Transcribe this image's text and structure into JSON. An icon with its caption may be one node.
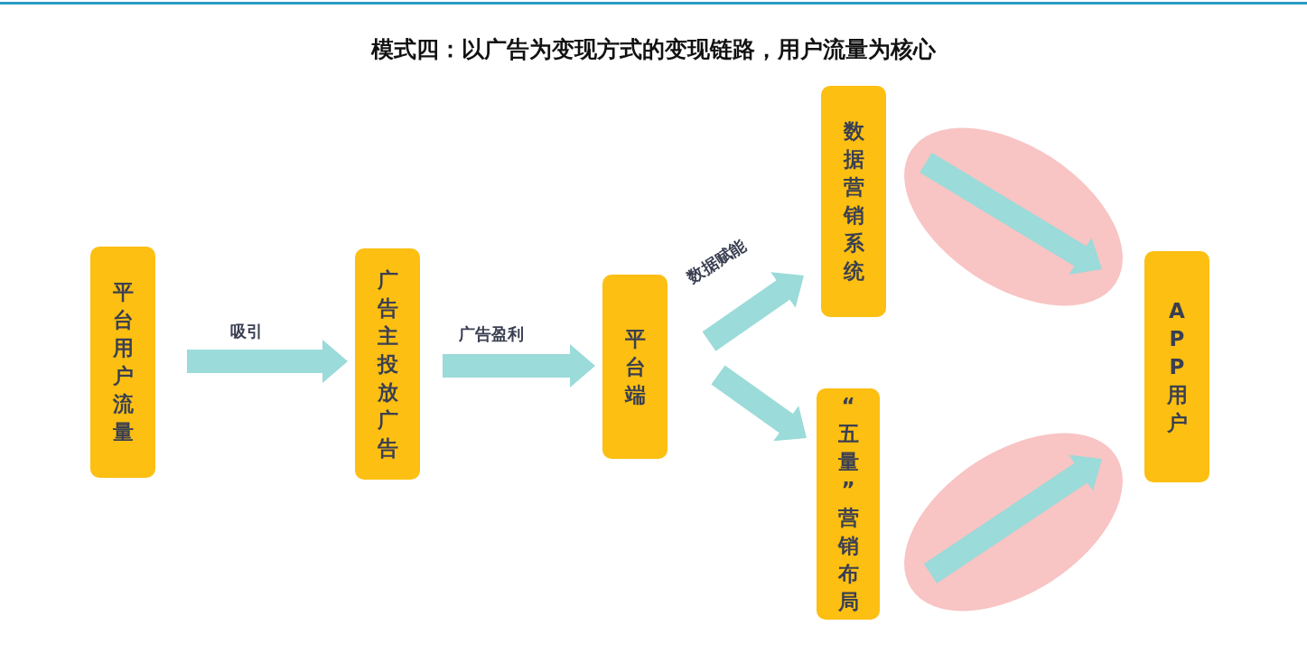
{
  "diagram": {
    "title": "模式四：以广告为变现方式的变现链路，用户流量为核心",
    "nodes": [
      {
        "text": [
          "平台用户流量"
        ]
      },
      {
        "text": [
          "广告主投放广告"
        ]
      },
      {
        "text": [
          "平台端"
        ]
      },
      {
        "text": [
          "数据营销系统"
        ]
      },
      {
        "text": [
          "“五量”营销布局"
        ]
      },
      {
        "text": [
          "APP用户"
        ]
      }
    ],
    "edges": [
      {
        "from": 0,
        "to": 1,
        "arrow": "to",
        "label": "吸引"
      },
      {
        "from": 1,
        "to": 2,
        "arrow": "to",
        "label": "广告盈利"
      },
      {
        "from": 2,
        "to": 3,
        "arrow": "to",
        "label": "数据赋能"
      },
      {
        "from": 2,
        "to": 4,
        "arrow": "to"
      },
      {
        "from": 3,
        "to": 5,
        "arrow": "to"
      },
      {
        "from": 4,
        "to": 5,
        "arrow": "to"
      }
    ]
  }
}
